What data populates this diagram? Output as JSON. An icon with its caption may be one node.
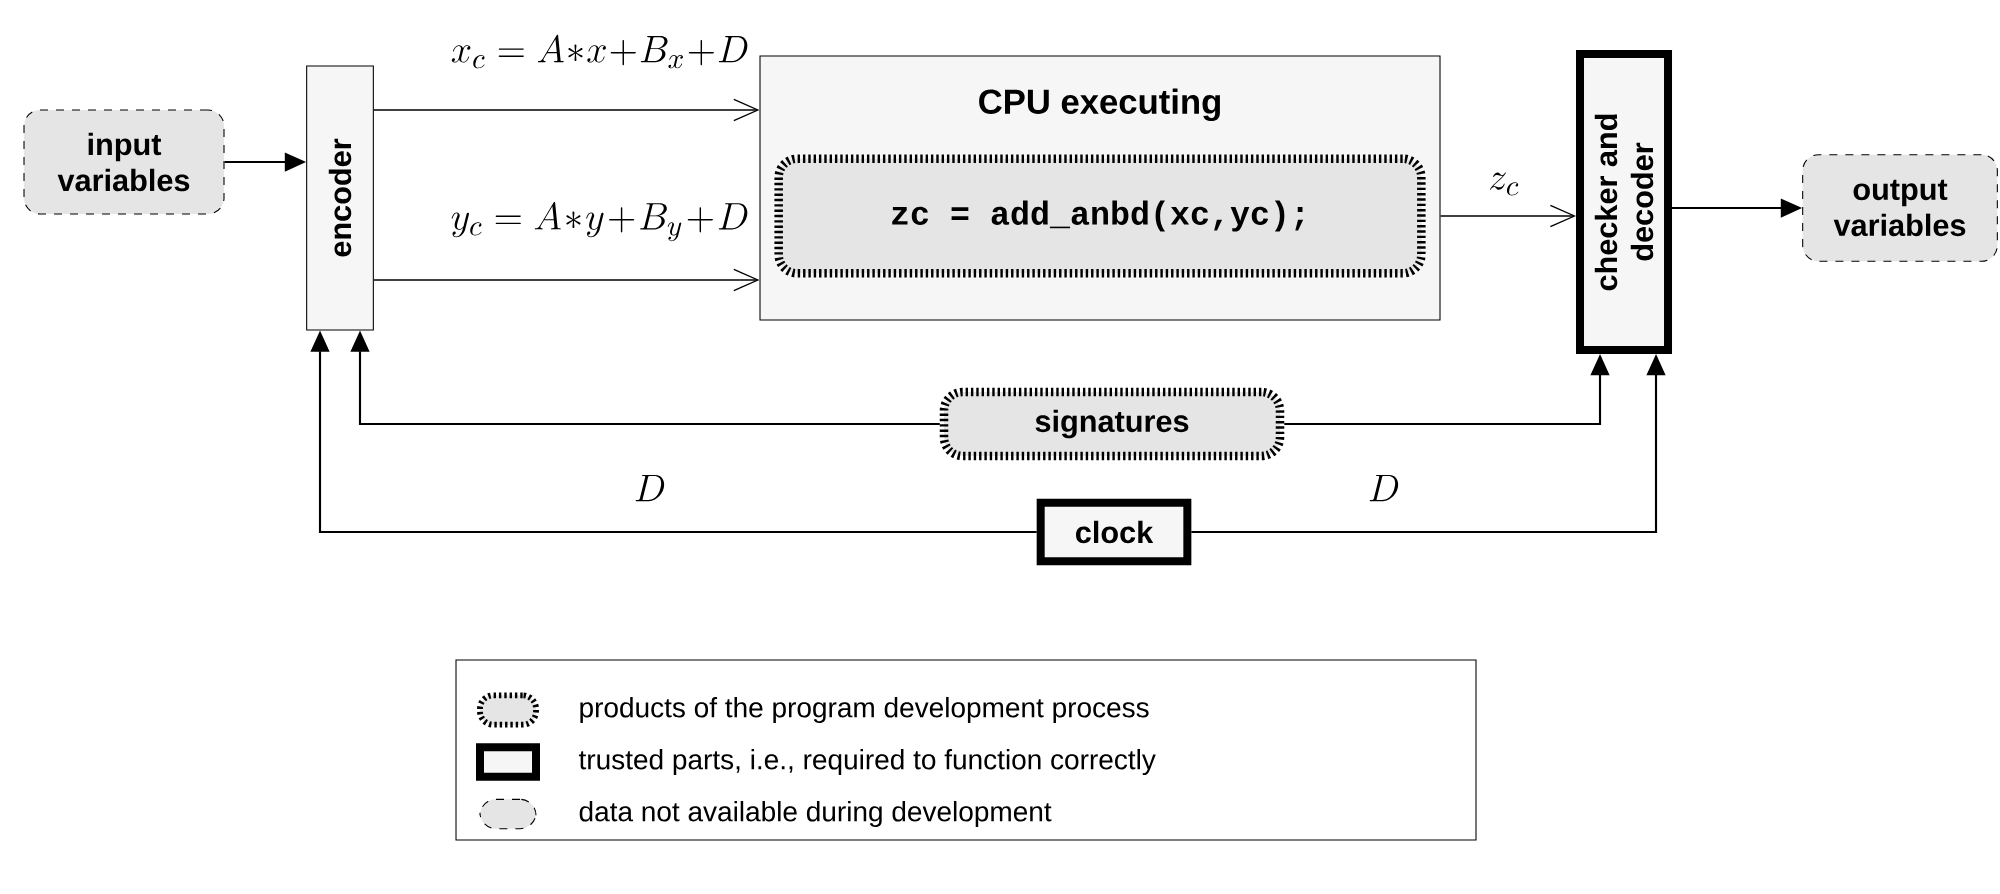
{
  "diagram": {
    "nodes": [
      {
        "text": [
          "input variables"
        ]
      },
      {
        "text": [
          "encoder"
        ]
      },
      {
        "text": [
          "CPU executing"
        ]
      },
      {
        "text": [
          "zc = add_anbd(xc,yc);"
        ],
        "in": 2
      },
      {
        "text": [
          "checker and decoder"
        ]
      },
      {
        "text": [
          "output variables"
        ]
      },
      {
        "text": [
          "signatures"
        ]
      },
      {
        "text": [
          "clock"
        ]
      }
    ],
    "edges": [
      {
        "from": 0,
        "to": 1,
        "arrow": "to"
      },
      {
        "from": 1,
        "to": 2,
        "arrow": "to",
        "label": "x_c = A * x + B_x + D"
      },
      {
        "from": 1,
        "to": 2,
        "arrow": "to",
        "label": "y_c = A * y + B_y + D"
      },
      {
        "from": 2,
        "to": 4,
        "arrow": "to",
        "label": "z_c"
      },
      {
        "from": 4,
        "to": 5,
        "arrow": "to"
      },
      {
        "from": 6,
        "to": 1,
        "arrow": "to"
      },
      {
        "from": 6,
        "to": 4,
        "arrow": "to"
      },
      {
        "from": 7,
        "to": 1,
        "arrow": "to",
        "label": "D"
      },
      {
        "from": 7,
        "to": 4,
        "arrow": "to",
        "label": "D"
      }
    ],
    "legend": [
      {
        "text": "products of the program development process"
      },
      {
        "text": "trusted parts, i.e., required to function correctly"
      },
      {
        "text": "data not available during development"
      }
    ]
  }
}
